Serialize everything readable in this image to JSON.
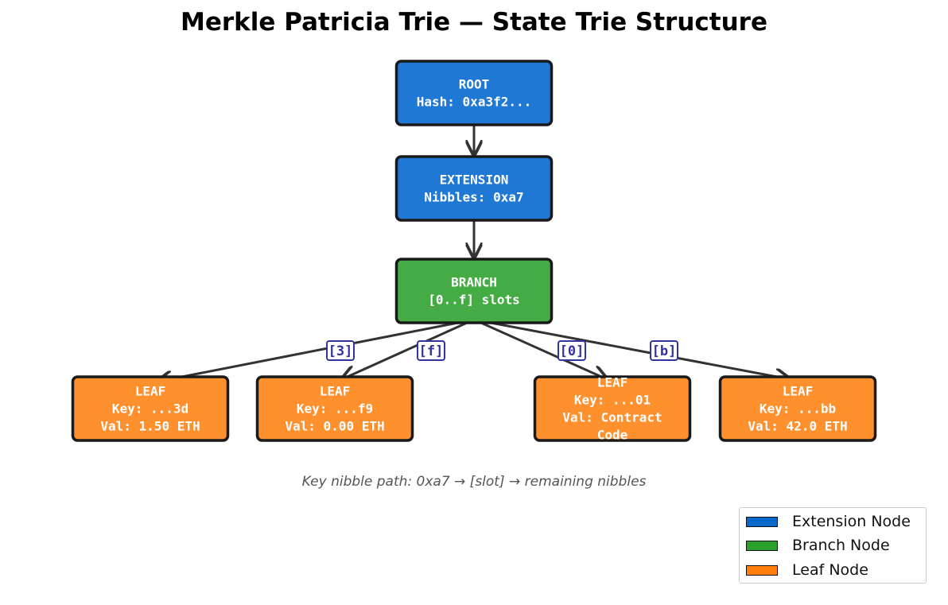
{
  "title": "Merkle Patricia Trie — State Trie Structure",
  "footnote": "Key nibble path: 0xa7 → [slot] → remaining nibbles",
  "colors": {
    "extension": "#1f78d4",
    "branch": "#45ab45",
    "leaf": "#ff902e",
    "border": "#1a1a1a",
    "edge": "#333333",
    "slot_label": "#3333a0",
    "legend_extension": "#0868cc",
    "legend_branch": "#2ca02c",
    "legend_leaf": "#ff7f0e"
  },
  "nodes": [
    {
      "id": "root",
      "type": "extension",
      "lines": [
        "ROOT",
        "Hash: 0xa3f2..."
      ]
    },
    {
      "id": "extension",
      "type": "extension",
      "lines": [
        "EXTENSION",
        "Nibbles: 0xa7"
      ]
    },
    {
      "id": "branch",
      "type": "branch",
      "lines": [
        "BRANCH",
        "[0..f] slots"
      ]
    },
    {
      "id": "leaf-3d",
      "type": "leaf",
      "lines": [
        "LEAF",
        "Key: ...3d",
        "Val: 1.50 ETH"
      ]
    },
    {
      "id": "leaf-f9",
      "type": "leaf",
      "lines": [
        "LEAF",
        "Key: ...f9",
        "Val: 0.00 ETH"
      ]
    },
    {
      "id": "leaf-01",
      "type": "leaf",
      "lines": [
        "LEAF",
        "Key: ...01",
        "Val: Contract",
        "Code"
      ]
    },
    {
      "id": "leaf-bb",
      "type": "leaf",
      "lines": [
        "LEAF",
        "Key: ...bb",
        "Val: 42.0 ETH"
      ]
    }
  ],
  "edges": [
    {
      "from": "root",
      "to": "extension",
      "label": ""
    },
    {
      "from": "extension",
      "to": "branch",
      "label": ""
    },
    {
      "from": "branch",
      "to": "leaf-3d",
      "label": "[3]"
    },
    {
      "from": "branch",
      "to": "leaf-f9",
      "label": "[f]"
    },
    {
      "from": "branch",
      "to": "leaf-01",
      "label": "[0]"
    },
    {
      "from": "branch",
      "to": "leaf-bb",
      "label": "[b]"
    }
  ],
  "legend": {
    "extension_label": "Extension Node",
    "branch_label": "Branch Node",
    "leaf_label": "Leaf Node"
  }
}
